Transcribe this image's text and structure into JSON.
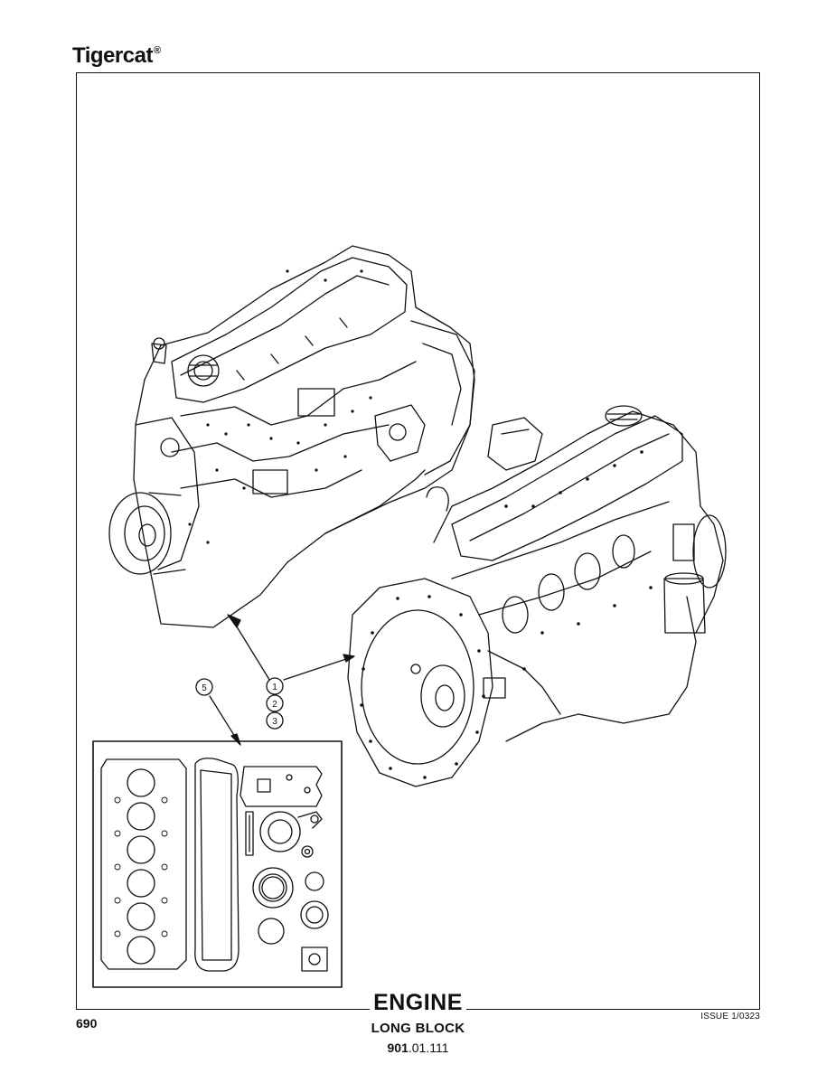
{
  "header": {
    "brand": "Tigercat",
    "brand_mark": "®"
  },
  "diagram": {
    "callouts": [
      "1",
      "2",
      "3",
      "5"
    ]
  },
  "footer": {
    "title": "ENGINE",
    "subtitle": "LONG BLOCK",
    "part_number_bold": "901",
    "part_number_rest": ".01.111",
    "page_number": "690",
    "issue": "ISSUE 1/0323"
  }
}
